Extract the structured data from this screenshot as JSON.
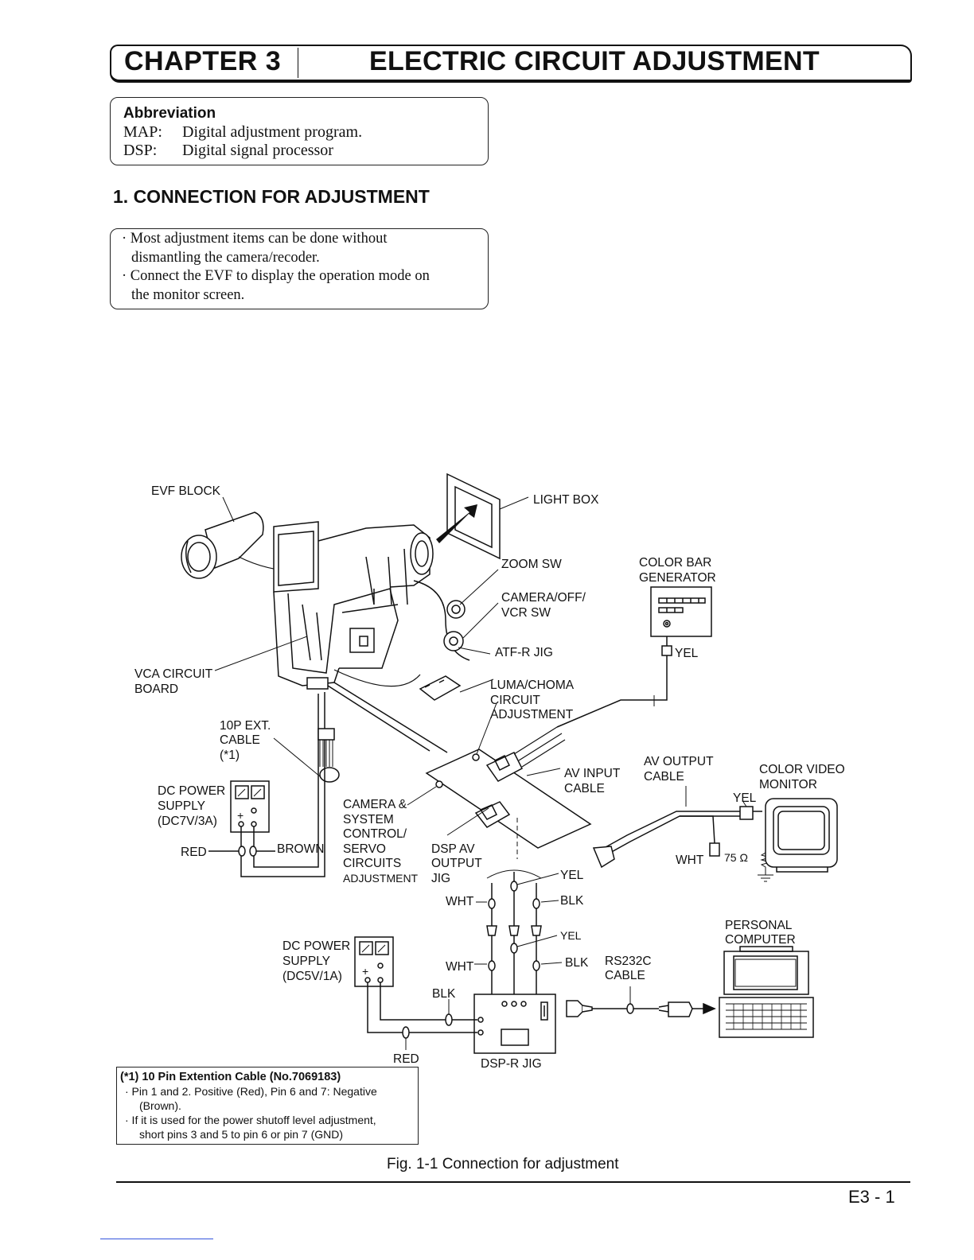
{
  "chapter": {
    "number": "CHAPTER 3",
    "title": "ELECTRIC CIRCUIT ADJUSTMENT"
  },
  "abbreviation": {
    "heading": "Abbreviation",
    "items": [
      {
        "key": "MAP:",
        "desc": "Digital adjustment program."
      },
      {
        "key": "DSP:",
        "desc": "Digital signal processor"
      }
    ]
  },
  "section": {
    "title": "1. CONNECTION FOR ADJUSTMENT"
  },
  "notes": {
    "lines": [
      "· Most adjustment items can be done without",
      "dismantling the camera/recoder.",
      "· Connect the EVF to display the operation mode on",
      "the monitor screen."
    ]
  },
  "diagram": {
    "evf_block": "EVF BLOCK",
    "light_box": "LIGHT BOX",
    "zoom_sw": "ZOOM SW",
    "camera_off_vcr": [
      "CAMERA/OFF/",
      "VCR SW"
    ],
    "atf_r_jig": "ATF-R JIG",
    "luma_chroma": [
      "LUMA/CHOMA",
      "CIRCUIT",
      "ADJUSTMENT"
    ],
    "color_bar_gen": [
      "COLOR BAR",
      "GENERATOR"
    ],
    "vca_board": [
      "VCA CIRCUIT",
      "BOARD"
    ],
    "ext_cable": [
      "10P EXT.",
      "CABLE",
      "(*1)"
    ],
    "dc_power_1": [
      "DC POWER",
      "SUPPLY",
      "(DC7V/3A)"
    ],
    "red": "RED",
    "brown": "BROWN",
    "camera_system": [
      "CAMERA &",
      "SYSTEM",
      "CONTROL/",
      "SERVO",
      "CIRCUITS",
      "ADJUSTMENT"
    ],
    "dsp_av_output": [
      "DSP AV",
      "OUTPUT",
      "JIG"
    ],
    "av_input_cable": [
      "AV INPUT",
      "CABLE"
    ],
    "av_output_cable": [
      "AV OUTPUT",
      "CABLE"
    ],
    "color_video_monitor": [
      "COLOR VIDEO",
      "MONITOR"
    ],
    "yel": "YEL",
    "wht": "WHT",
    "blk": "BLK",
    "yel_small": "YEL",
    "ohm": "75 Ω",
    "personal_computer": [
      "PERSONAL",
      "COMPUTER"
    ],
    "rs232c": [
      "RS232C",
      "CABLE"
    ],
    "dc_power_2": [
      "DC POWER",
      "SUPPLY",
      "(DC5V/1A)"
    ],
    "dsp_r_jig": "DSP-R JIG",
    "plus": "+",
    "minus": "−"
  },
  "footnote": {
    "heading": "(*1) 10 Pin Extention Cable (No.7069183)",
    "lines": [
      "· Pin 1 and 2. Positive (Red), Pin 6 and 7: Negative",
      "(Brown).",
      "· If it is used for the power shutoff level adjustment,",
      "short pins 3 and 5 to pin 6 or pin 7 (GND)"
    ]
  },
  "caption": "Fig. 1-1  Connection for adjustment",
  "page_number": "E3 - 1"
}
